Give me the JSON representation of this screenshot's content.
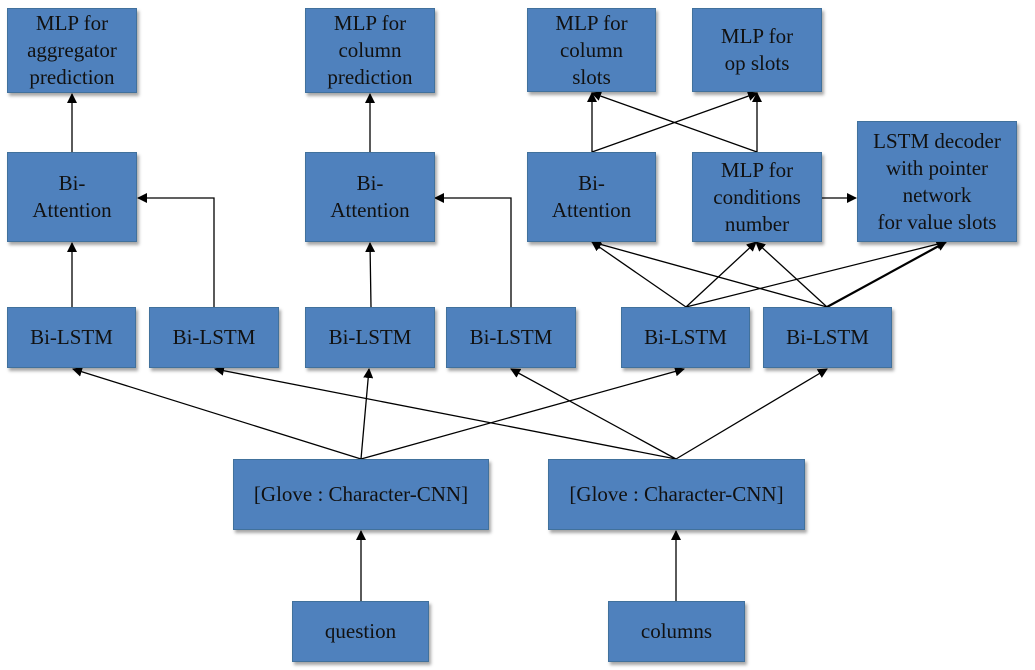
{
  "nodes": {
    "mlp_aggregator": "MLP  for\naggregator\nprediction",
    "mlp_column": "MLP  for\ncolumn\nprediction",
    "mlp_column_slots": "MLP  for\ncolumn\nslots",
    "mlp_op_slots": "MLP  for\nop slots",
    "biatt_1": "Bi-\nAttention",
    "biatt_2": "Bi-\nAttention",
    "biatt_3": "Bi-\nAttention",
    "mlp_conditions": "MLP  for\nconditions\nnumber",
    "lstm_decoder": "LSTM decoder\nwith pointer\nnetwork\nfor value slots",
    "bilstm_1": "Bi-LSTM",
    "bilstm_2": "Bi-LSTM",
    "bilstm_3": "Bi-LSTM",
    "bilstm_4": "Bi-LSTM",
    "bilstm_5": "Bi-LSTM",
    "bilstm_6": "Bi-LSTM",
    "embed_question": "[Glove : Character-CNN]",
    "embed_columns": "[Glove : Character-CNN]",
    "question": "question",
    "columns": "columns"
  },
  "colors": {
    "box_fill": "#4f81bd",
    "box_border": "#41719c",
    "arrow": "#000000"
  }
}
